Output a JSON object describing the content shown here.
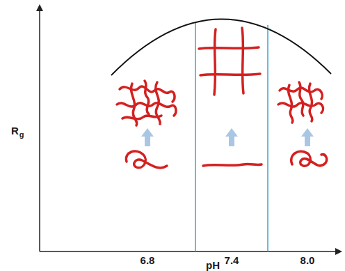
{
  "diagram": {
    "labels": [
      "R",
      "g",
      "6.8",
      "7.4",
      "8.0",
      "pH"
    ]
  }
}
